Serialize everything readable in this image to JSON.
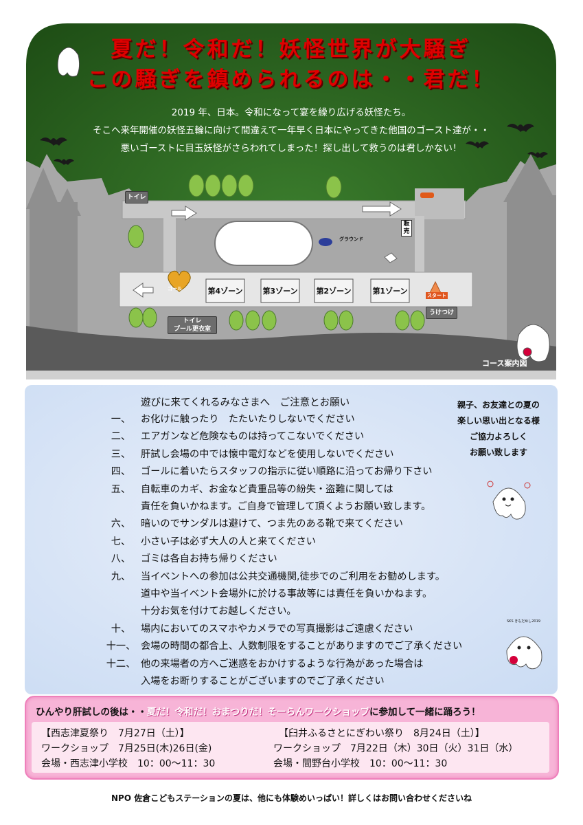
{
  "title": {
    "line1": "夏だ！令和だ！妖怪世界が大騒ぎ",
    "line2": "この騒ぎを鎮められるのは・・君だ！"
  },
  "story": [
    "2019 年、日本。令和になって宴を繰り広げる妖怪たち。",
    "そこへ来年開催の妖怪五輪に向けて間違えて一年早く日本にやってきた他国のゴースト達が・・",
    "悪いゴーストに目玉妖怪がさらわれてしまった！探し出して救うのは君しかない！"
  ],
  "map": {
    "toilet_top": "トイレ",
    "ground": "グラウンド",
    "sales": "販売",
    "zones": [
      "第4ゾーン",
      "第3ゾーン",
      "第2ゾーン",
      "第1ゾーン"
    ],
    "goal": "ゴール",
    "start": "スタート",
    "reception": "うけつけ",
    "toilet_bottom_1": "トイレ",
    "toilet_bottom_2": "プール更衣室",
    "course_caption": "コース案内図"
  },
  "rules": {
    "title": "遊びに来てくれるみなさまへ　ご注意とお願い",
    "items": [
      {
        "num": "一、",
        "lines": [
          "お化けに触ったり　たたいたりしないでください"
        ]
      },
      {
        "num": "二、",
        "lines": [
          "エアガンなど危険なものは持ってこないでください"
        ]
      },
      {
        "num": "三、",
        "lines": [
          "肝試し会場の中では懐中電灯などを使用しないでください"
        ]
      },
      {
        "num": "四、",
        "lines": [
          "ゴールに着いたらスタッフの指示に従い順路に沿ってお帰り下さい"
        ]
      },
      {
        "num": "五、",
        "lines": [
          "自転車のカギ、お金など貴重品等の紛失・盗難に関しては",
          "責任を負いかねます。ご自身で管理して頂くようお願い致します。"
        ]
      },
      {
        "num": "六、",
        "lines": [
          "暗いのでサンダルは避けて、つま先のある靴で来てください"
        ]
      },
      {
        "num": "七、",
        "lines": [
          "小さい子は必ず大人の人と来てください"
        ]
      },
      {
        "num": "八、",
        "lines": [
          "ゴミは各自お持ち帰りください"
        ]
      },
      {
        "num": "九、",
        "lines": [
          "当イベントへの参加は公共交通機関,徒歩でのご利用をお勧めします。",
          "道中や当イベント会場外に於ける事故等には責任を負いかねます。",
          "十分お気を付けてお越しください。"
        ]
      },
      {
        "num": "十、",
        "lines": [
          "場内においてのスマホやカメラでの写真撮影はご遠慮ください"
        ]
      },
      {
        "num": "十一、",
        "lines": [
          "会場の時間の都合上、人数制限をすることがありますのでご了承ください"
        ]
      },
      {
        "num": "十二、",
        "lines": [
          "他の来場者の方へご迷惑をおかけするような行為があった場合は",
          "入場をお断りすることがございますのでご了承ください"
        ]
      }
    ]
  },
  "side_message": [
    "親子、お友達との夏の",
    "楽しい思い出となる様",
    "ご協力よろしく",
    "お願い致します"
  ],
  "ghost_badge": "SKS きもだめし2019",
  "workshop": {
    "head_pre": "ひんやり肝試しの後は・・",
    "head_highlight": "夏だ！令和だ！おまつりだ！そーらんワークショップ",
    "head_post": "に参加して一緒に踊ろう！",
    "left": [
      "【西志津夏祭り　7月27日（土）】",
      "ワークショップ　7月25日(木)26日(金)",
      "会場・西志津小学校　10：00～11：30"
    ],
    "right": [
      "【臼井ふるさとにぎわい祭り　8月24日（土）】",
      "ワークショップ　7月22日（木）30日（火）31日（水）",
      "会場・間野台小学校　10：00～11：30"
    ]
  },
  "footer": "NPO 佐倉こどもステーションの夏は、他にも体験めいっぱい！詳しくはお問い合わせくださいね",
  "colors": {
    "panel_green": "#2e6a22",
    "title_red": "#e00000",
    "pink": "#f7b4d7",
    "light_blue": "#d6e3f6"
  }
}
